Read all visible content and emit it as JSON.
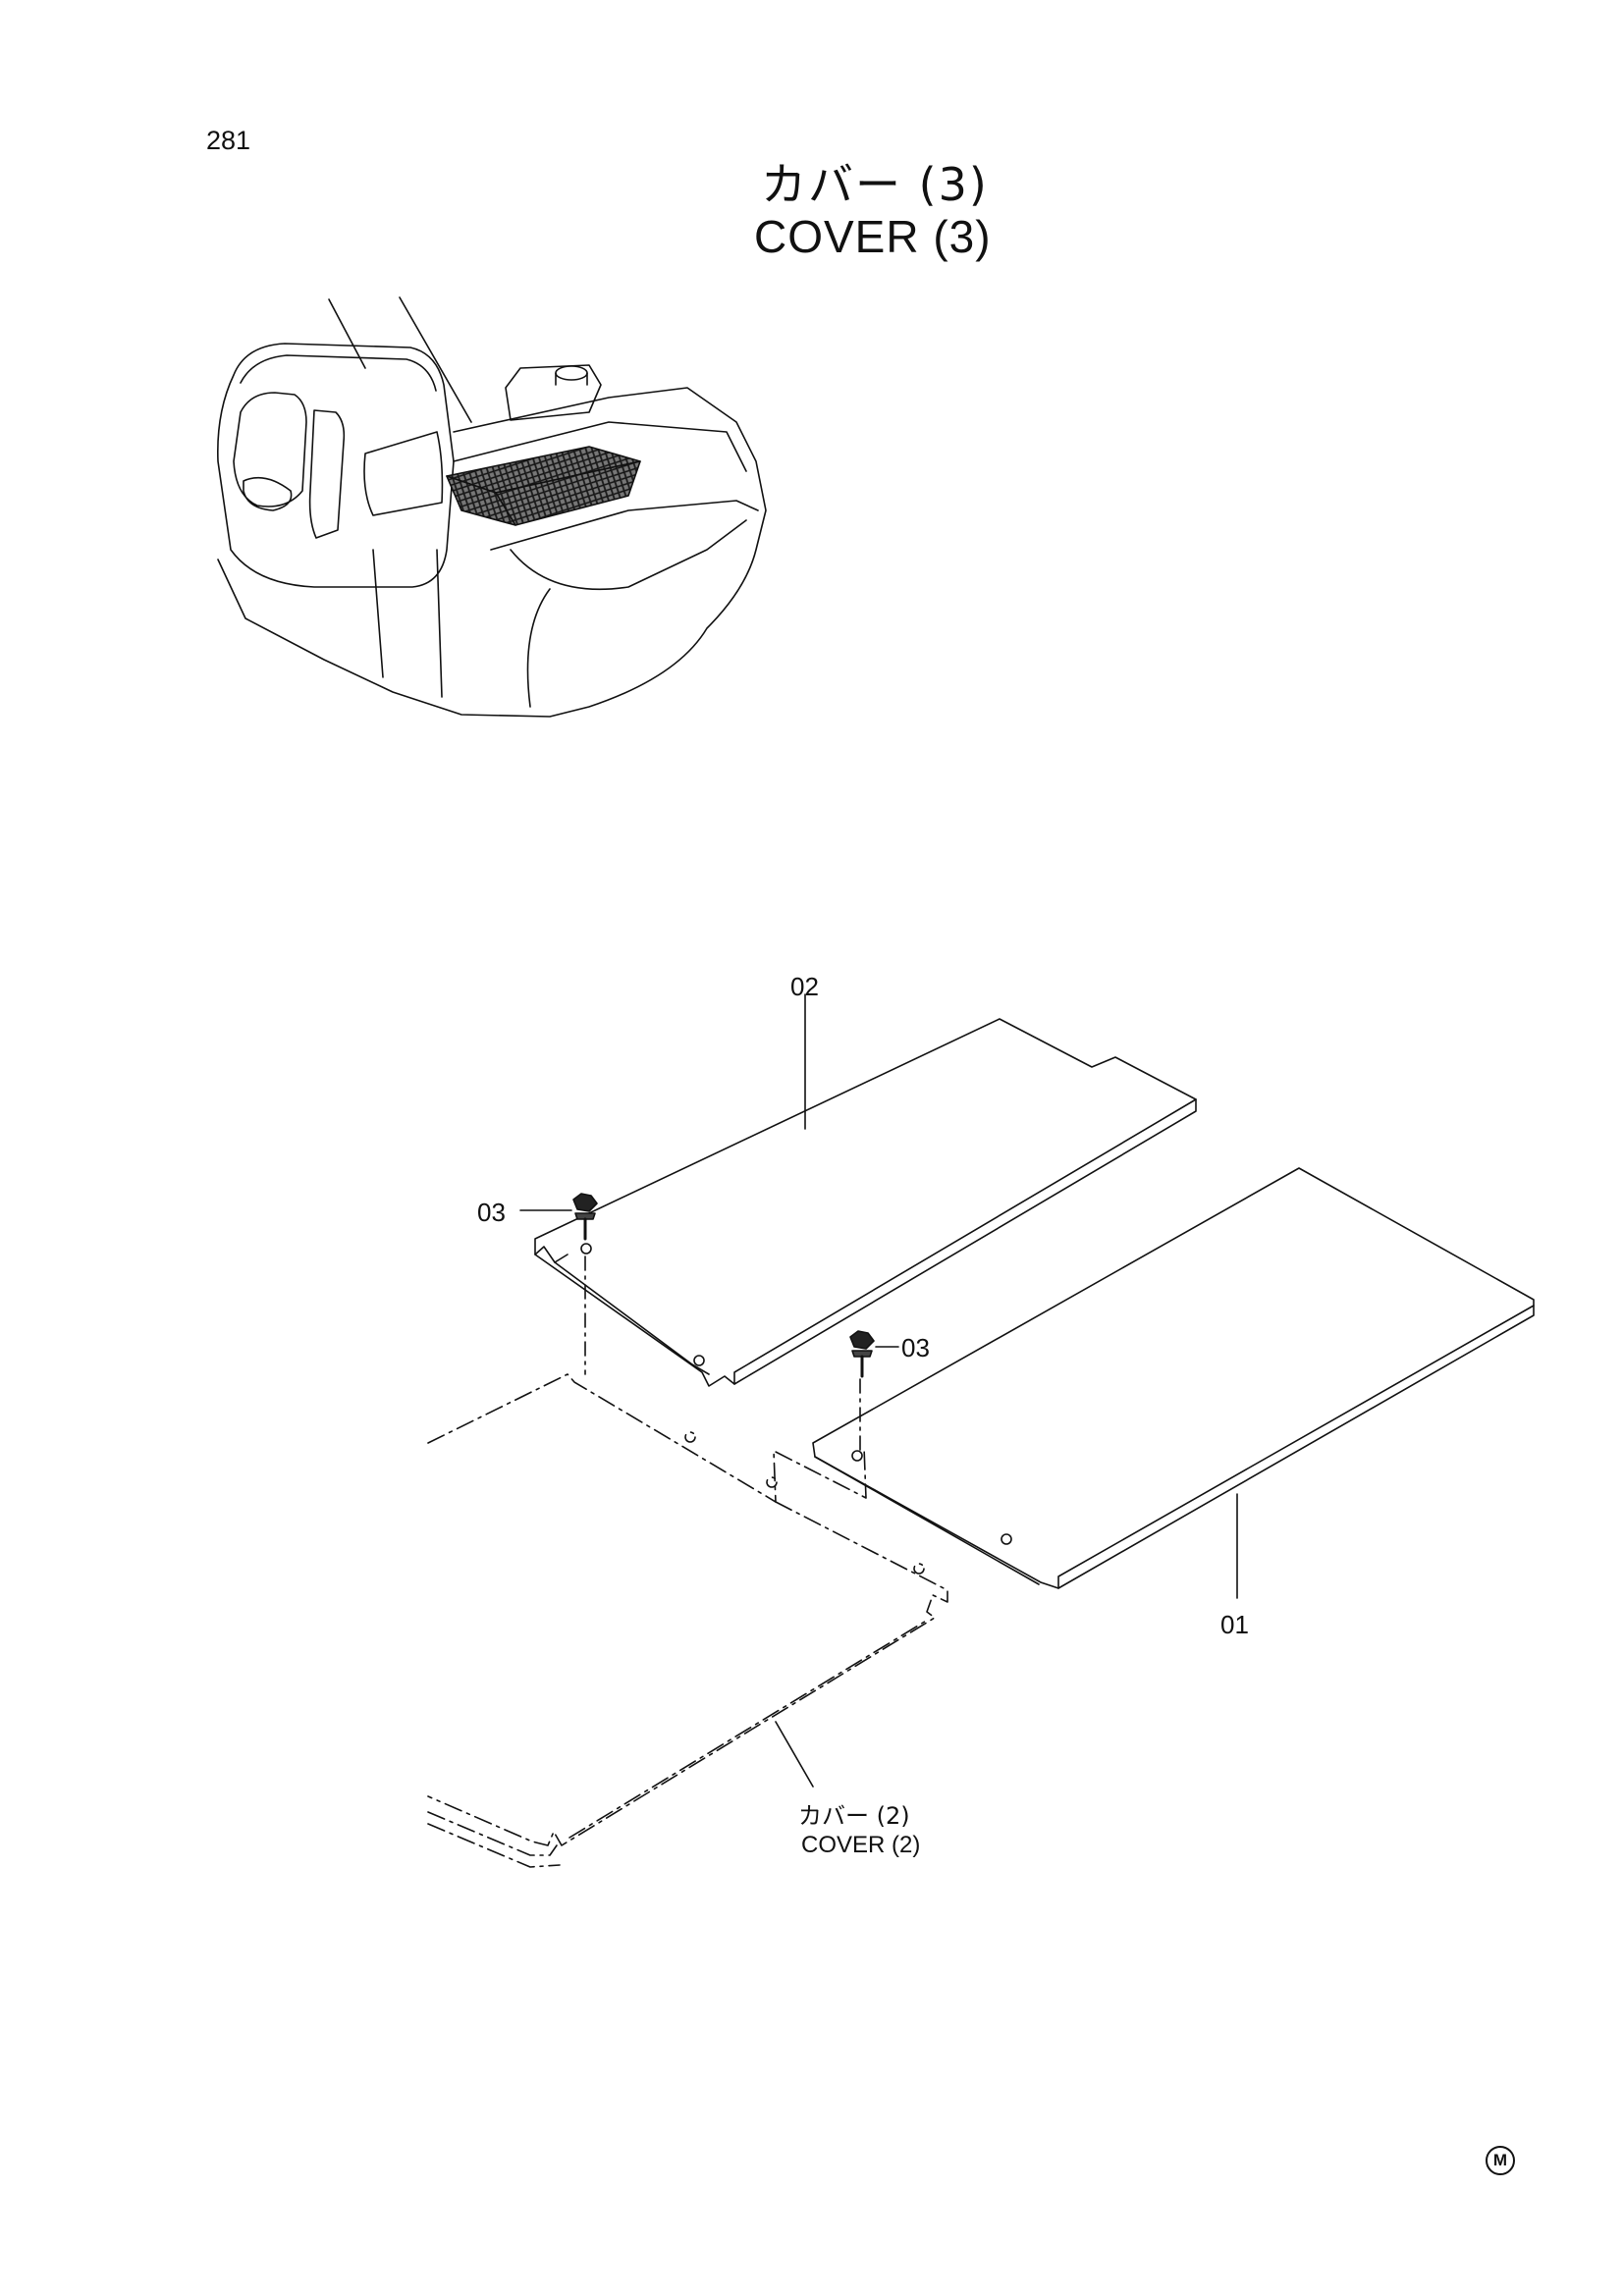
{
  "page_number": "281",
  "title": {
    "japanese": "カバー (3)",
    "english": "COVER (3)"
  },
  "callouts": {
    "part_02": "02",
    "part_03_left": "03",
    "part_03_right": "03",
    "part_01": "01"
  },
  "reference": {
    "japanese": "カバー (2)",
    "english": "COVER (2)"
  },
  "manufacturer_mark": "M",
  "colors": {
    "line": "#111111",
    "highlight": "#555555"
  }
}
